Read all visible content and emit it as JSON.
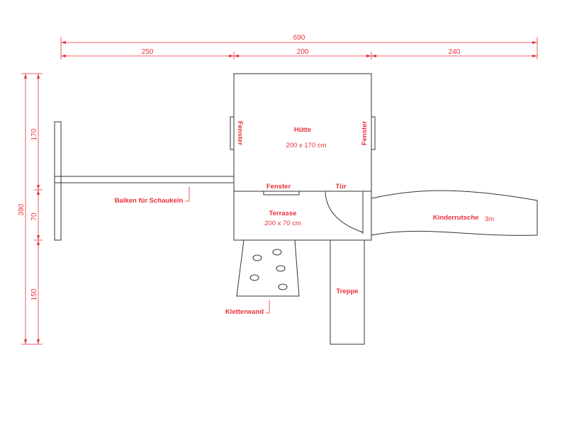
{
  "dimensions": {
    "total_width": "690",
    "left_width": "250",
    "middle_width": "200",
    "right_width": "240",
    "total_height": "390",
    "top_height": "170",
    "middle_height": "70",
    "bottom_height": "150"
  },
  "labels": {
    "hut_title": "Hütte",
    "hut_size": "200 x 170 cm",
    "window_left": "Fenster",
    "window_right": "Fenster",
    "window_bottom": "Fenster",
    "door": "Tür",
    "terrace_title": "Terrasse",
    "terrace_size": "200 x 70 cm",
    "swing_beam": "Balken für Schaukeln",
    "slide": "Kinderrutsche",
    "slide_length": "3m",
    "stairs": "Treppe",
    "climbing_wall": "Kletterwand"
  },
  "colors": {
    "annotation": "#e8303a",
    "outline": "#333333"
  }
}
